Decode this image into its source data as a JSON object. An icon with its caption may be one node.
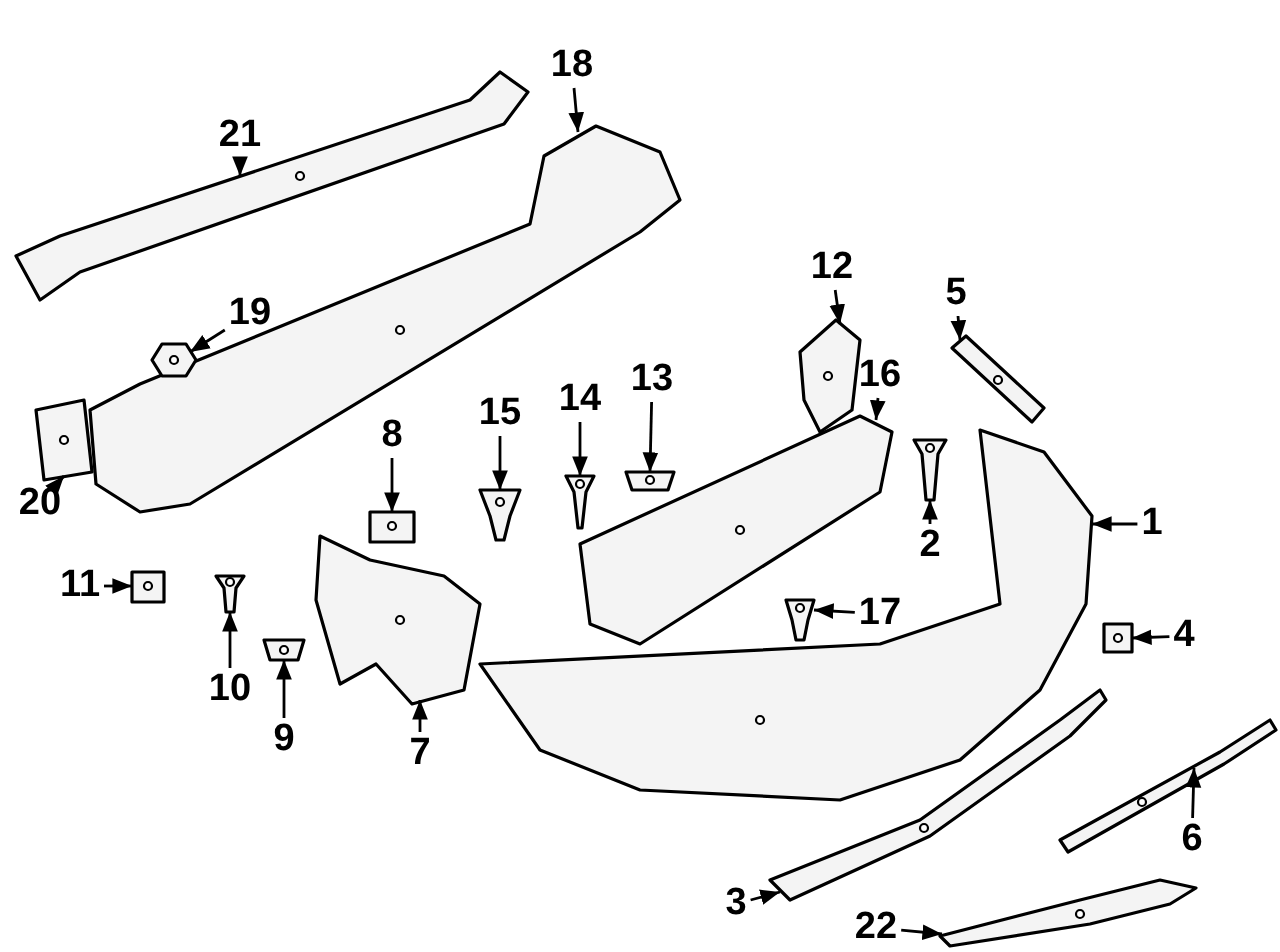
{
  "diagram": {
    "nodes": [
      {
        "text": [
          "21"
        ]
      },
      {
        "text": [],
        "shape": "picture"
      },
      {
        "text": [
          "18"
        ]
      },
      {
        "text": [],
        "shape": "picture"
      },
      {
        "text": [
          "19"
        ]
      },
      {
        "text": [],
        "shape": "picture"
      },
      {
        "text": [
          "12"
        ]
      },
      {
        "text": [],
        "shape": "picture"
      },
      {
        "text": [
          "5"
        ]
      },
      {
        "text": [],
        "shape": "picture"
      },
      {
        "text": [
          "16"
        ]
      },
      {
        "text": [],
        "shape": "picture"
      },
      {
        "text": [
          "8"
        ]
      },
      {
        "text": [],
        "shape": "picture"
      },
      {
        "text": [
          "15"
        ]
      },
      {
        "text": [],
        "shape": "picture"
      },
      {
        "text": [
          "14"
        ]
      },
      {
        "text": [],
        "shape": "picture"
      },
      {
        "text": [
          "13"
        ]
      },
      {
        "text": [],
        "shape": "picture"
      },
      {
        "text": [
          "20"
        ]
      },
      {
        "text": [],
        "shape": "picture"
      },
      {
        "text": [
          "2"
        ]
      },
      {
        "text": [],
        "shape": "picture"
      },
      {
        "text": [
          "1"
        ]
      },
      {
        "text": [],
        "shape": "picture"
      },
      {
        "text": [
          "11"
        ]
      },
      {
        "text": [],
        "shape": "picture"
      },
      {
        "text": [
          "17"
        ]
      },
      {
        "text": [],
        "shape": "picture"
      },
      {
        "text": [
          "4"
        ]
      },
      {
        "text": [],
        "shape": "picture"
      },
      {
        "text": [
          "10"
        ]
      },
      {
        "text": [],
        "shape": "picture"
      },
      {
        "text": [
          "9"
        ]
      },
      {
        "text": [],
        "shape": "picture"
      },
      {
        "text": [
          "7"
        ]
      },
      {
        "text": [],
        "shape": "picture"
      },
      {
        "text": [
          "6"
        ]
      },
      {
        "text": [],
        "shape": "picture"
      },
      {
        "text": [
          "3"
        ]
      },
      {
        "text": [],
        "shape": "picture"
      },
      {
        "text": [
          "22"
        ]
      },
      {
        "text": [],
        "shape": "picture"
      }
    ],
    "edges": [
      {
        "from": 0,
        "to": 1,
        "arrow": "to"
      },
      {
        "from": 2,
        "to": 3,
        "arrow": "to"
      },
      {
        "from": 4,
        "to": 5,
        "arrow": "to"
      },
      {
        "from": 6,
        "to": 7,
        "arrow": "to"
      },
      {
        "from": 8,
        "to": 9,
        "arrow": "to"
      },
      {
        "from": 10,
        "to": 11,
        "arrow": "to"
      },
      {
        "from": 12,
        "to": 13,
        "arrow": "to"
      },
      {
        "from": 14,
        "to": 15,
        "arrow": "to"
      },
      {
        "from": 16,
        "to": 17,
        "arrow": "to"
      },
      {
        "from": 18,
        "to": 19,
        "arrow": "to"
      },
      {
        "from": 20,
        "to": 21,
        "arrow": "to"
      },
      {
        "from": 22,
        "to": 23,
        "arrow": "to"
      },
      {
        "from": 24,
        "to": 25,
        "arrow": "to"
      },
      {
        "from": 26,
        "to": 27,
        "arrow": "to"
      },
      {
        "from": 28,
        "to": 29,
        "arrow": "to"
      },
      {
        "from": 30,
        "to": 31,
        "arrow": "to"
      },
      {
        "from": 32,
        "to": 33,
        "arrow": "to"
      },
      {
        "from": 34,
        "to": 35,
        "arrow": "to"
      },
      {
        "from": 36,
        "to": 37,
        "arrow": "to"
      },
      {
        "from": 38,
        "to": 39,
        "arrow": "to"
      },
      {
        "from": 40,
        "to": 41,
        "arrow": "to"
      },
      {
        "from": 42,
        "to": 43,
        "arrow": "to"
      }
    ]
  }
}
